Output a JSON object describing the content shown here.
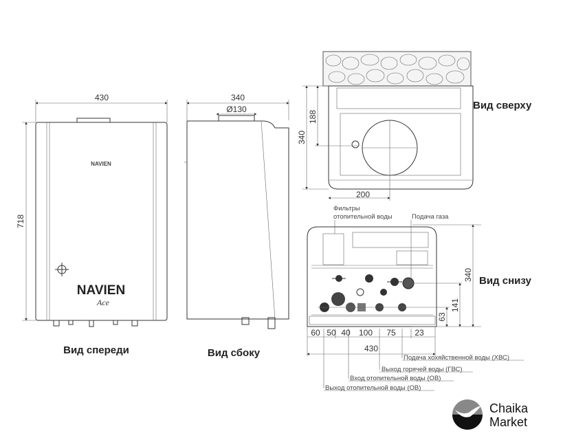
{
  "front_view": {
    "label": "Вид спереди",
    "width_dim": "430",
    "height_dim": "718",
    "brand_small": "NAVIEN",
    "brand_logo": "NAVIEN",
    "model_script": "Ace"
  },
  "side_view": {
    "label": "Вид сбоку",
    "depth_dim": "340",
    "flue_dim": "Ø130"
  },
  "top_view": {
    "label": "Вид сверху",
    "dim_188": "188",
    "dim_340": "340",
    "dim_200": "200"
  },
  "bottom_view": {
    "label": "Вид снизу",
    "dim_340": "340",
    "dim_141": "141",
    "dim_63": "63",
    "spacings": [
      "60",
      "50",
      "40",
      "100",
      "75",
      "23"
    ],
    "width_dim": "430",
    "filters_label_1": "Фильтры",
    "filters_label_2": "отопительной воды",
    "gas_label": "Подача газа",
    "connections": [
      "Подача хохяйственной воды (ХВС)",
      "Выход горячей воды (ГВС)",
      "Вход отопительной воды (ОВ)",
      "Выход отопительной воды (ОВ)"
    ]
  },
  "watermark": {
    "line1": "Chaika",
    "line2": "Market"
  }
}
